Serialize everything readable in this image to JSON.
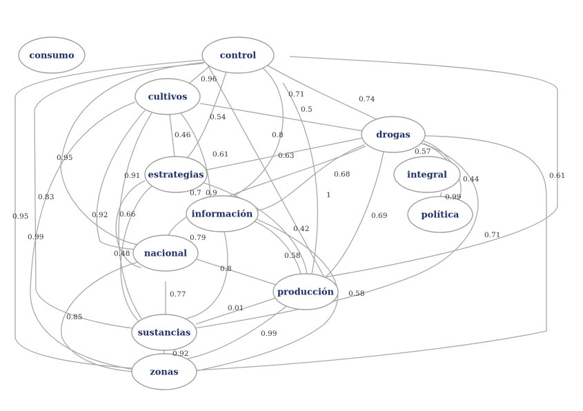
{
  "graph": {
    "type": "weighted-network",
    "nodes": [
      {
        "id": "consumo",
        "label": "consumo"
      },
      {
        "id": "control",
        "label": "control"
      },
      {
        "id": "cultivos",
        "label": "cultivos"
      },
      {
        "id": "drogas",
        "label": "drogas"
      },
      {
        "id": "estrategias",
        "label": "estrategias"
      },
      {
        "id": "integral",
        "label": "integral"
      },
      {
        "id": "informacion",
        "label": "información"
      },
      {
        "id": "politica",
        "label": "política"
      },
      {
        "id": "nacional",
        "label": "nacional"
      },
      {
        "id": "produccion",
        "label": "producción"
      },
      {
        "id": "sustancias",
        "label": "sustancias"
      },
      {
        "id": "zonas",
        "label": "zonas"
      }
    ],
    "edges": [
      {
        "source": "control",
        "target": "cultivos",
        "weight": "0.96"
      },
      {
        "source": "control",
        "target": "drogas",
        "weight": "0.74"
      },
      {
        "source": "control",
        "target": "estrategias",
        "weight": "0.54"
      },
      {
        "source": "control",
        "target": "informacion",
        "weight": "0.8"
      },
      {
        "source": "control",
        "target": "produccion",
        "weight": "0.71"
      },
      {
        "source": "control",
        "target": "nacional",
        "weight": "0.95"
      },
      {
        "source": "control",
        "target": "sustancias",
        "weight": "0.83"
      },
      {
        "source": "control",
        "target": "zonas",
        "weight": "0.95"
      },
      {
        "source": "control",
        "target": "produccion",
        "weight": "0.5"
      },
      {
        "source": "cultivos",
        "target": "estrategias",
        "weight": "0.46"
      },
      {
        "source": "cultivos",
        "target": "informacion",
        "weight": "0.61"
      },
      {
        "source": "cultivos",
        "target": "drogas",
        "weight": "0.71"
      },
      {
        "source": "cultivos",
        "target": "sustancias",
        "weight": "0.91"
      },
      {
        "source": "cultivos",
        "target": "nacional",
        "weight": "0.92"
      },
      {
        "source": "cultivos",
        "target": "zonas",
        "weight": "0.99"
      },
      {
        "source": "drogas",
        "target": "estrategias",
        "weight": "0.63"
      },
      {
        "source": "drogas",
        "target": "informacion",
        "weight": "0.68"
      },
      {
        "source": "drogas",
        "target": "nacional",
        "weight": "0.7"
      },
      {
        "source": "drogas",
        "target": "produccion",
        "weight": "0.69"
      },
      {
        "source": "drogas",
        "target": "politica",
        "weight": "0.44"
      },
      {
        "source": "drogas",
        "target": "integral",
        "weight": "0.57"
      },
      {
        "source": "drogas",
        "target": "sustancias",
        "weight": "0.58"
      },
      {
        "source": "drogas",
        "target": "zonas",
        "weight": "0.61"
      },
      {
        "source": "integral",
        "target": "politica",
        "weight": "0.99"
      },
      {
        "source": "estrategias",
        "target": "nacional",
        "weight": "0.66"
      },
      {
        "source": "estrategias",
        "target": "sustancias",
        "weight": "0.48"
      },
      {
        "source": "estrategias",
        "target": "produccion",
        "weight": "0.9"
      },
      {
        "source": "informacion",
        "target": "produccion",
        "weight": "0.42"
      },
      {
        "source": "informacion",
        "target": "sustancias",
        "weight": "0.79"
      },
      {
        "source": "informacion",
        "target": "zonas",
        "weight": "0.58"
      },
      {
        "source": "produccion",
        "target": "control",
        "weight": "1"
      },
      {
        "source": "nacional",
        "target": "produccion",
        "weight": "0.8"
      },
      {
        "source": "nacional",
        "target": "sustancias",
        "weight": "0.77"
      },
      {
        "source": "nacional",
        "target": "zonas",
        "weight": "0.85"
      },
      {
        "source": "produccion",
        "target": "sustancias",
        "weight": "0.01"
      },
      {
        "source": "produccion",
        "target": "zonas",
        "weight": "0.99"
      },
      {
        "source": "sustancias",
        "target": "zonas",
        "weight": "0.92"
      }
    ],
    "edge_color": "#a8a8a8",
    "node_label_color": "#1f2f6b",
    "node_border_color": "#a0a0a0"
  }
}
